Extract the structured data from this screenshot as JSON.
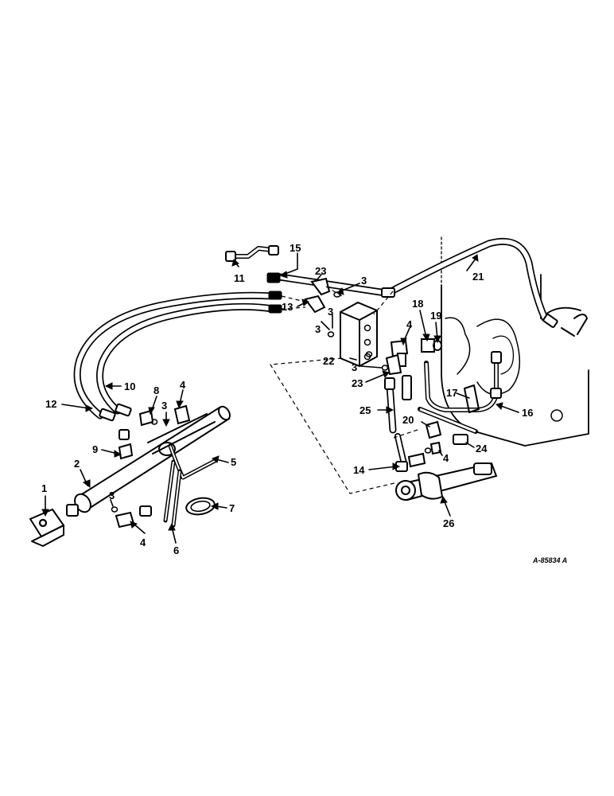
{
  "parts": [
    {
      "key": "p1",
      "label": "1"
    },
    {
      "key": "p2",
      "label": "2"
    },
    {
      "key": "p3",
      "label": "3"
    },
    {
      "key": "p4",
      "label": "4"
    },
    {
      "key": "p5",
      "label": "5"
    },
    {
      "key": "p6",
      "label": "6"
    },
    {
      "key": "p7",
      "label": "7"
    },
    {
      "key": "p8",
      "label": "8"
    },
    {
      "key": "p9",
      "label": "9"
    },
    {
      "key": "p10",
      "label": "10"
    },
    {
      "key": "p11",
      "label": "11"
    },
    {
      "key": "p12",
      "label": "12"
    },
    {
      "key": "p13",
      "label": "13"
    },
    {
      "key": "p14",
      "label": "14"
    },
    {
      "key": "p15",
      "label": "15"
    },
    {
      "key": "p16",
      "label": "16"
    },
    {
      "key": "p17",
      "label": "17"
    },
    {
      "key": "p18",
      "label": "18"
    },
    {
      "key": "p19",
      "label": "19"
    },
    {
      "key": "p20",
      "label": "20"
    },
    {
      "key": "p21",
      "label": "21"
    },
    {
      "key": "p22",
      "label": "22"
    },
    {
      "key": "p23",
      "label": "23"
    },
    {
      "key": "p24",
      "label": "24"
    },
    {
      "key": "p25",
      "label": "25"
    },
    {
      "key": "p26",
      "label": "26"
    }
  ],
  "drawing_ref": "A-85834 A"
}
